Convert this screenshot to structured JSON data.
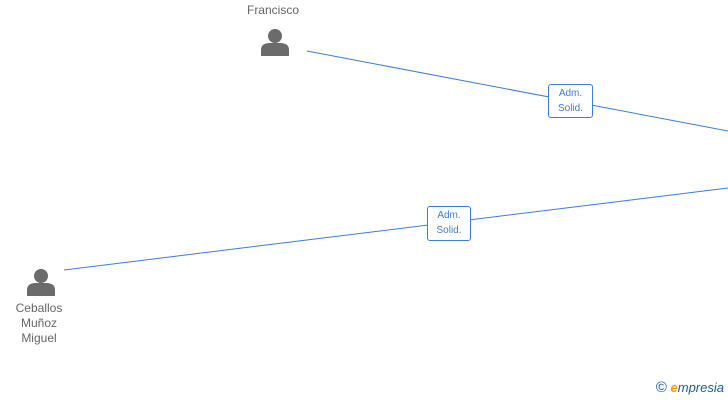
{
  "people": [
    {
      "id": "francisco",
      "name_lines": [
        "Francisco"
      ]
    },
    {
      "id": "ceballos",
      "name_lines": [
        "Ceballos",
        "Muñoz",
        "Miguel"
      ]
    }
  ],
  "relations": [
    {
      "from": "francisco",
      "label_lines": [
        "Adm.",
        "Solid."
      ]
    },
    {
      "from": "ceballos",
      "label_lines": [
        "Adm.",
        "Solid."
      ]
    }
  ],
  "watermark": {
    "copyright_symbol": "©",
    "brand_initial": "e",
    "brand_rest": "mpresia"
  },
  "colors": {
    "line": "#3b7dd8",
    "person_icon": "#6b6b6b",
    "text": "#666666"
  },
  "icons": {
    "person": "person-icon"
  }
}
